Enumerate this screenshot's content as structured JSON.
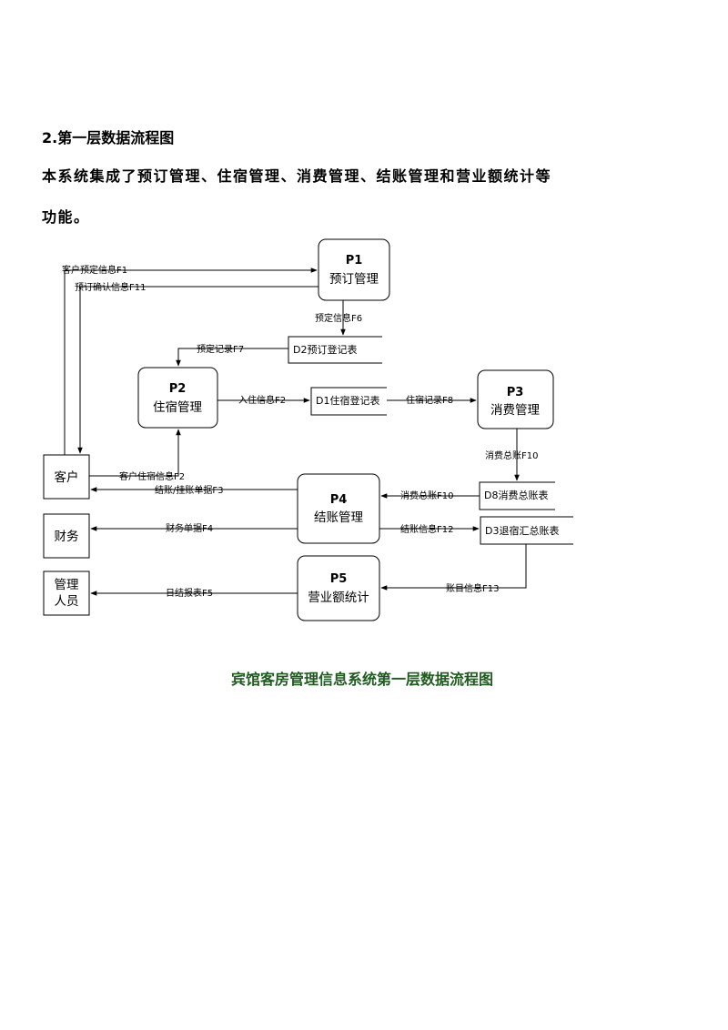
{
  "section_heading": "2.第一层数据流程图",
  "intro": {
    "line1": "本系统集成了预订管理、住宿管理、消费管理、结账管理和营业额统计等",
    "line2": "功能。"
  },
  "diagram": {
    "processes": {
      "p1": {
        "id": "P1",
        "name": "预订管理"
      },
      "p2": {
        "id": "P2",
        "name": "住宿管理"
      },
      "p3": {
        "id": "P3",
        "name": "消费管理"
      },
      "p4": {
        "id": "P4",
        "name": "结账管理"
      },
      "p5": {
        "id": "P5",
        "name": "营业额统计"
      }
    },
    "stores": {
      "d2": "D2预订登记表",
      "d1": "D1住宿登记表",
      "d8": "D8消费总账表",
      "d3": "D3退宿汇总账表"
    },
    "entities": {
      "customer": "客户",
      "finance": "财务",
      "manager_line1": "管理",
      "manager_line2": "人员"
    },
    "flows": {
      "f1": "客户预定信息F1",
      "f11": "预订确认信息F11",
      "f6": "预定信息F6",
      "f7": "预定记录F7",
      "f2_in": "入住信息F2",
      "f8": "住宿记录F8",
      "f10_down": "消费总账F10",
      "f2_cust": "客户住宿信息F2",
      "f3": "结账/挂账单据F3",
      "f10_left": "消费总账F10",
      "f4": "财务单据F4",
      "f12": "结账信息F12",
      "f5": "日结报表F5",
      "f13": "账目信息F13"
    },
    "caption": "宾馆客房管理信息系统第一层数据流程图"
  }
}
